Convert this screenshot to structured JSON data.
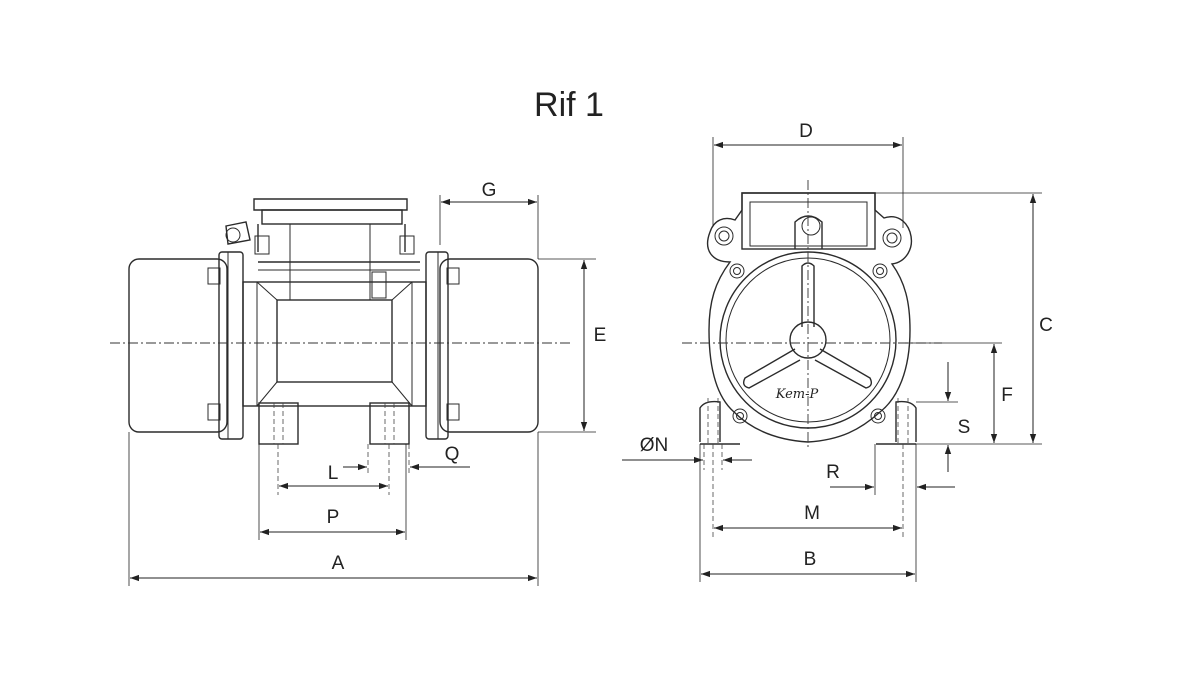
{
  "title": "Rif 1",
  "side_view_labels": {
    "g": "G",
    "e": "E",
    "l": "L",
    "q": "Q",
    "p": "P",
    "a": "A"
  },
  "front_view_labels": {
    "d": "D",
    "c": "C",
    "f": "F",
    "s": "S",
    "on": "ØN",
    "r": "R",
    "m": "M",
    "b": "B"
  },
  "logo_text": "Kem-P",
  "colors": {
    "line": "#2b2b2b",
    "background": "#ffffff"
  }
}
